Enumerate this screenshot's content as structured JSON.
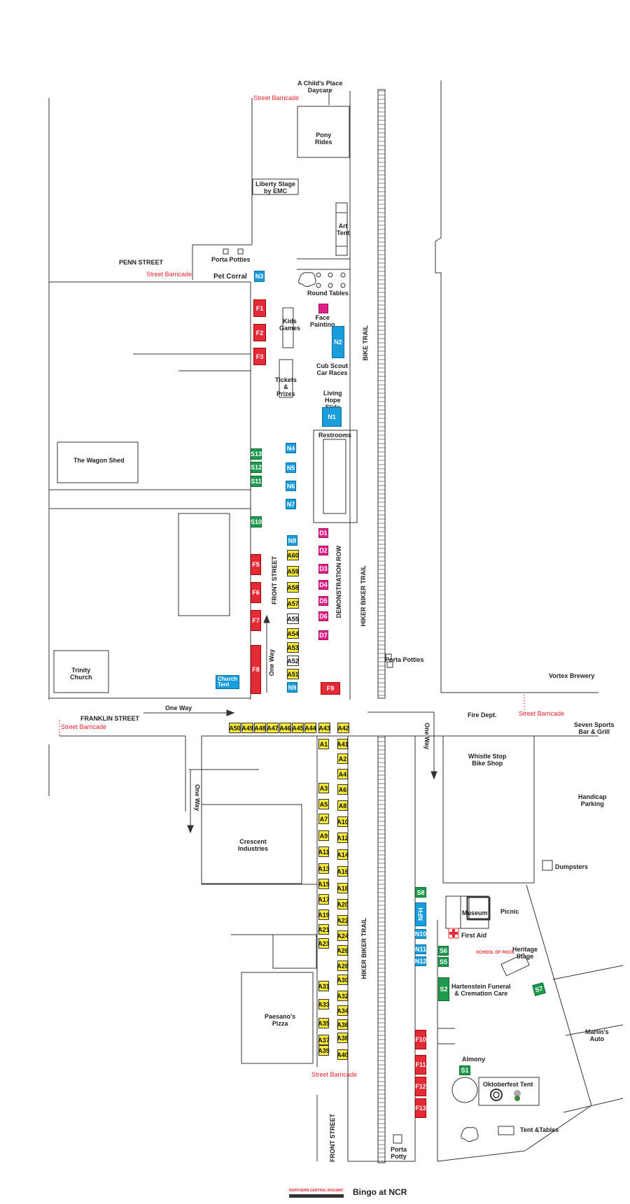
{
  "labels": {
    "childs_place": "A Child's Place\nDaycare",
    "pony_rides": "Pony\nRides",
    "liberty_stage": "Liberty Stage\nby EMC",
    "art_tent": "Art\nTent",
    "penn_street": "PENN STREET",
    "porta_potties_1": "Porta Potties",
    "pet_corral": "Pet Corral",
    "round_tables": "Round Tables",
    "kids_games": "Kids\nGames",
    "face_painting": "Face\nPainting",
    "cub_scout": "Cub Scout\nCar Races",
    "tickets_prizes": "Tickets\n&\nPrizes",
    "living_hope": "Living\nHope\nSlide",
    "restrooms": "Restrooms",
    "wagon_shed": "The Wagon Shed",
    "front_street": "FRONT STREET",
    "front_street_2": "FRONT STREET",
    "demonstration_row": "DEMONSTRATION ROW",
    "hiker_biker_trail": "HIKER BIKER TRAIL",
    "hiker_biker_trail_2": "HIKER BIKER TRAIL",
    "bike_trail": "BIKE TRAIL",
    "one_way_1": "One Way",
    "one_way_2": "One Way",
    "one_way_3": "One Way",
    "one_way_4": "One Way",
    "trinity_church": "Trinity\nChurch",
    "church_tent": "Church\nTent",
    "porta_potties_2": "Porta Potties",
    "vortex": "Vortex Brewery",
    "franklin_street": "FRANKLIN STREET",
    "fire_dept": "Fire Dept.",
    "seven_sports": "Seven Sports\nBar & Grill",
    "whistle_stop": "Whistle Stop\nBike Shop",
    "handicap": "Handicap\nParking",
    "crescent": "Crescent\nIndustries",
    "dumpsters": "Dumpsters",
    "museum": "Museum",
    "picnic": "Picnic",
    "first_aid": "First Aid",
    "heritage": "Heritage\nStage",
    "hartenstein": "Hartenstein Funeral\n& Cremation Care",
    "marlins": "Marlin's\nAuto",
    "paesanos": "Paesano's\nPizza",
    "almony": "Almony",
    "oktoberfest": "Oktoberfest Tent",
    "tent_tables": "Tent &Tables",
    "porta_potty": "Porta\nPotty",
    "bingo": "Bingo at NCR",
    "ncr_logo": "NORTHERN CENTRAL RAILWAY",
    "school_of_rock": "SCHOOL OF ROCK"
  },
  "barricades": {
    "b1": "Street Barricade",
    "b2": "Street Barricade",
    "b3": "Street Barricade",
    "b4": "Street Barricade",
    "b5": "Street Barricade"
  },
  "booths": {
    "F1": "F1",
    "F2": "F2",
    "F3": "F3",
    "F5": "F5",
    "F6": "F6",
    "F7": "F7",
    "F8": "F8",
    "F9": "F9",
    "F10": "F10",
    "F11": "F11",
    "F12": "F12",
    "F13": "F13",
    "N1": "N1",
    "N2": "N2",
    "N3": "N3",
    "N4": "N4",
    "N5": "N5",
    "N6": "N6",
    "N7": "N7",
    "N8": "N8",
    "N9": "N9",
    "N10": "N10",
    "N11": "N11",
    "N12": "N12",
    "NFH": "NFH",
    "S1": "S1",
    "S2": "S2",
    "S5": "S5",
    "S6": "S6",
    "S7": "S7",
    "S8": "S8",
    "S10": "S10",
    "S11": "S11",
    "S12": "S12",
    "S13": "S13",
    "D1": "D1",
    "D2": "D2",
    "D3": "D3",
    "D4": "D4",
    "D5": "D5",
    "D6": "D6",
    "D7": "D7"
  },
  "a_booths": {
    "A1": "A1",
    "A2": "A2",
    "A3": "A3",
    "A4": "A4",
    "A5": "A5",
    "A6": "A6",
    "A7": "A7",
    "A8": "A8",
    "A9": "A9",
    "A10": "A10",
    "A11": "A11",
    "A12": "A12",
    "A13": "A13",
    "A14": "A14",
    "A15": "A15",
    "A16": "A16",
    "A17": "A17",
    "A18": "A18",
    "A19": "A19",
    "A20": "A20",
    "A21": "A21",
    "A22": "A22",
    "A23": "A23",
    "A24": "A24",
    "A26": "A26",
    "A28": "A28",
    "A30": "A30",
    "A31": "A31",
    "A32": "A32",
    "A33": "A33",
    "A34": "A34",
    "A35": "A35",
    "A36": "A36",
    "A37": "A37",
    "A38": "A38",
    "A39": "A39",
    "A40": "A40",
    "A41": "A41",
    "A42": "A42",
    "A43": "A43",
    "A44": "A44",
    "A45": "A45",
    "A46": "A46",
    "A47": "A47",
    "A48": "A48",
    "A49": "A49",
    "A50": "A50",
    "A51": "A51",
    "A52": "A52",
    "A53": "A53",
    "A54": "A54",
    "A55": "A55",
    "A57": "A57",
    "A58": "A58",
    "A59": "A59",
    "A60": "A60"
  },
  "colors": {
    "food": "#e32a37",
    "nonprofit": "#1a9ddb",
    "sponsor": "#1e9a4e",
    "demo": "#e0218a",
    "artisan": "#f5e83a",
    "barricade": "#e8232f"
  }
}
